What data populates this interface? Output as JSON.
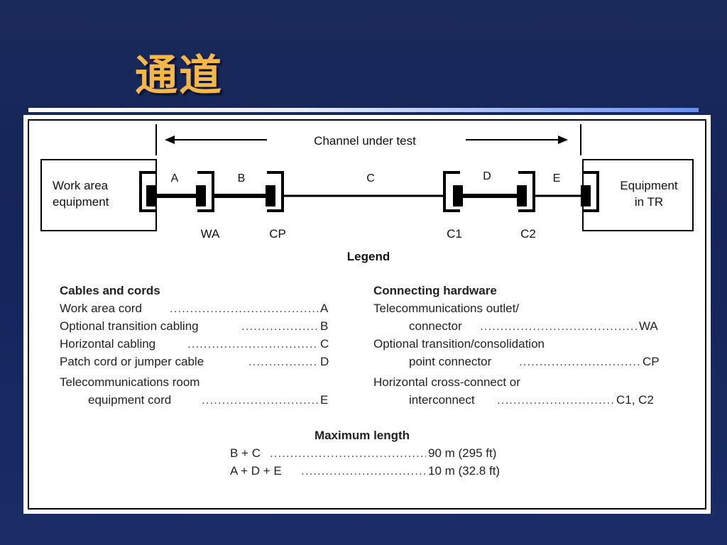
{
  "slide": {
    "title": "通道"
  },
  "diagram": {
    "channel_label": "Channel under test",
    "work_area_box": [
      "Work area",
      "equipment"
    ],
    "equipment_box": [
      "Equipment",
      "in TR"
    ],
    "segment_labels": [
      "A",
      "B",
      "C",
      "D",
      "E"
    ],
    "connector_labels": [
      "WA",
      "CP",
      "C1",
      "C2"
    ],
    "legend_title": "Legend"
  },
  "legend": {
    "cables": {
      "heading": "Cables and cords",
      "items": [
        {
          "text": "Work area cord",
          "code": "A"
        },
        {
          "text": "Optional transition cabling",
          "code": "B"
        },
        {
          "text": "Horizontal cabling",
          "code": "C"
        },
        {
          "text": "Patch cord or jumper cable",
          "code": "D"
        },
        {
          "text": "Telecommunications room",
          "text2": "equipment cord",
          "code": "E"
        }
      ]
    },
    "hardware": {
      "heading": "Connecting hardware",
      "items": [
        {
          "text": "Telecommunications outlet/",
          "text2": "connector",
          "code": "WA"
        },
        {
          "text": "Optional transition/consolidation",
          "text2": "point connector",
          "code": "CP"
        },
        {
          "text": "Horizontal cross-connect or",
          "text2": "interconnect",
          "code": "C1, C2"
        }
      ]
    }
  },
  "max_length": {
    "heading": "Maximum length",
    "rows": [
      {
        "expr": "B + C",
        "value": "90 m (295 ft)"
      },
      {
        "expr": "A + D + E",
        "value": "10 m (32.8 ft)"
      }
    ]
  }
}
